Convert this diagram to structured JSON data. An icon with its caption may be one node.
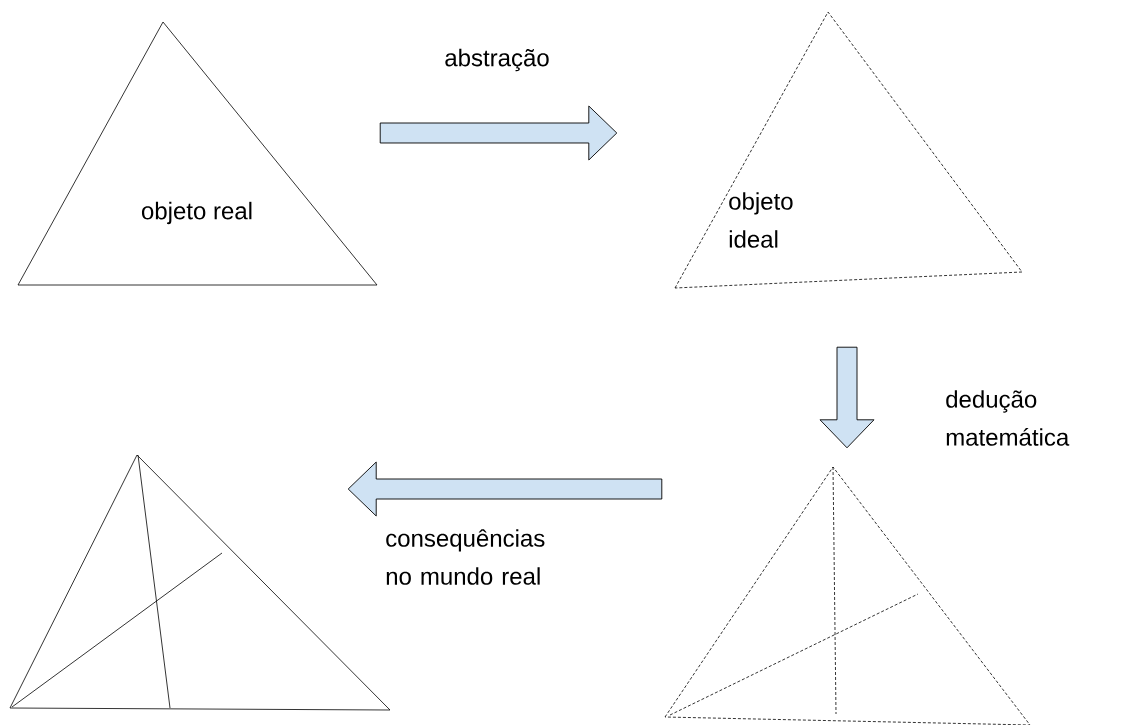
{
  "diagram": {
    "nodes": [
      {
        "text": [
          "objeto real"
        ]
      },
      {
        "text": [
          "objeto ideal"
        ]
      },
      {
        "text": [],
        "shape": "triangle"
      },
      {
        "text": [],
        "shape": "triangle"
      }
    ],
    "edges": [
      {
        "from": 0,
        "to": 1,
        "arrow": "to",
        "label": "abstração"
      },
      {
        "from": 1,
        "to": 3,
        "arrow": "to",
        "label": "dedução matemática"
      },
      {
        "from": 3,
        "to": 2,
        "arrow": "to",
        "label": "consequências no mundo real"
      }
    ]
  }
}
